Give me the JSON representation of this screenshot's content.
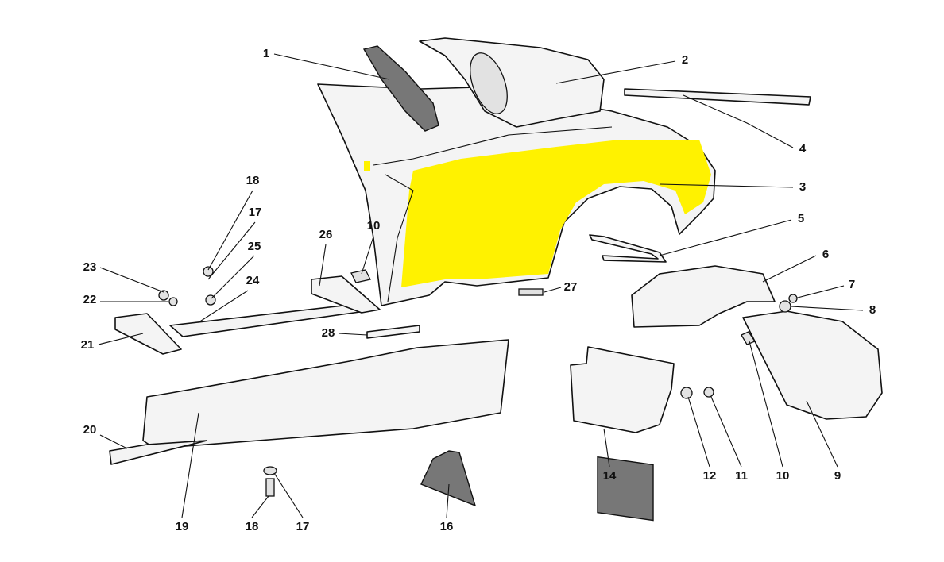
{
  "diagram": {
    "highlight_color": "#fff200",
    "labels": [
      "1",
      "2",
      "3",
      "4",
      "5",
      "6",
      "7",
      "8",
      "10",
      "18",
      "17",
      "25",
      "26",
      "23",
      "24",
      "22",
      "27",
      "28",
      "21",
      "20",
      "19",
      "18",
      "17",
      "16",
      "14",
      "12",
      "11",
      "10",
      "9"
    ]
  }
}
